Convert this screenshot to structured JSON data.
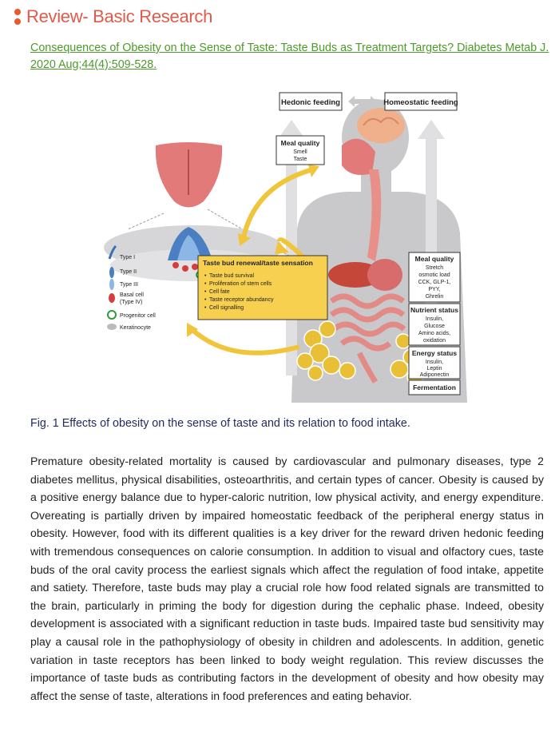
{
  "header": {
    "title": "Review- Basic Research"
  },
  "citation": {
    "text": "Consequences of Obesity on the Sense of Taste: Taste Buds as Treatment Targets? Diabetes Metab J. 2020 Aug;44(4):509-528."
  },
  "figure": {
    "hedonic": "Hedonic feeding",
    "homeostatic": "Homeostatic feeding",
    "meal_quality_top": {
      "title": "Meal quality",
      "items": [
        "Smell",
        "Taste"
      ]
    },
    "legend": [
      "Type I",
      "Type II",
      "Type III",
      "Basal cell",
      "(Type IV)",
      "Progenitor cell",
      "Keratinocyte"
    ],
    "renewal": {
      "title": "Taste bud renewal/taste sensation",
      "items": [
        "Taste bud survival",
        "Proliferation of stem cells",
        "Cell fate",
        "Taste receptor abundancy",
        "Cell signalling"
      ]
    },
    "right_boxes": {
      "meal_quality": {
        "title": "Meal quality",
        "items": [
          "Stretch",
          "osmotic load",
          "CCK, GLP-1,",
          "PYY,",
          "Ghrelin"
        ]
      },
      "nutrient_status": {
        "title": "Nutrient status",
        "items": [
          "Insulin,",
          "Glucose",
          "Amino acids,",
          "oxidation"
        ]
      },
      "energy_status": {
        "title": "Energy status",
        "items": [
          "Insulin,",
          "Leptin",
          "Adiponectin"
        ]
      },
      "fermentation": {
        "title": "Fermentation"
      }
    }
  },
  "caption": "Fig. 1 Effects of obesity on the sense of taste and its relation to food intake.",
  "body": "Premature obesity-related mortality is caused by cardiovascular and pulmonary diseases, type 2 diabetes mellitus, physical disabilities, osteoarthritis, and certain types of cancer. Obesity is caused by a positive energy balance due to hyper-caloric nutrition, low physical activity, and energy expenditure. Overeating is partially driven by impaired homeostatic feedback of the peripheral energy status in obesity. However, food with its different qualities is a key driver for the reward driven hedonic feeding with tremendous consequences on calorie consumption. In addition to visual and olfactory cues, taste buds of the oral cavity process the earliest signals which affect the regulation of food intake, appetite and satiety. Therefore, taste buds may play a crucial role how food related signals are transmitted to the brain, particularly in priming the body for digestion during the cephalic phase. Indeed, obesity development is associated with a significant reduction in taste buds. Impaired taste bud sensitivity may play a causal role in the pathophysiology of obesity in children and adolescents. In addition, genetic variation in taste receptors has been linked to body weight regulation. This review discusses the importance of taste buds as contributing factors in the development of obesity and how obesity may affect the sense of taste, alterations in food preferences and eating behavior."
}
